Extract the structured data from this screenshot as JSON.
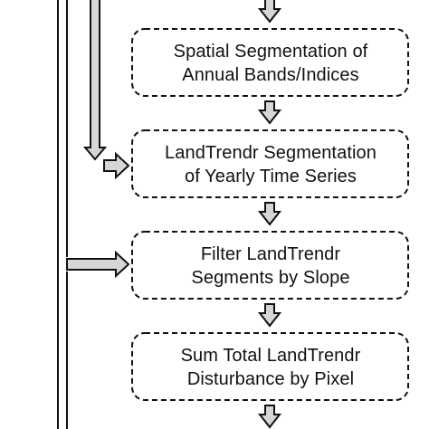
{
  "colors": {
    "stroke": "#111111",
    "arrow_fill": "#d6d6d6",
    "background": "#ffffff",
    "text": "#111111"
  },
  "boxes": [
    {
      "line1": "Spatial Segmentation of",
      "line2": "Annual Bands/Indices"
    },
    {
      "line1": "LandTrendr Segmentation",
      "line2": "of Yearly Time Series"
    },
    {
      "line1": "Filter LandTrendr",
      "line2": "Segments by Slope"
    },
    {
      "line1": "Sum Total LandTrendr",
      "line2": "Disturbance by Pixel"
    }
  ]
}
